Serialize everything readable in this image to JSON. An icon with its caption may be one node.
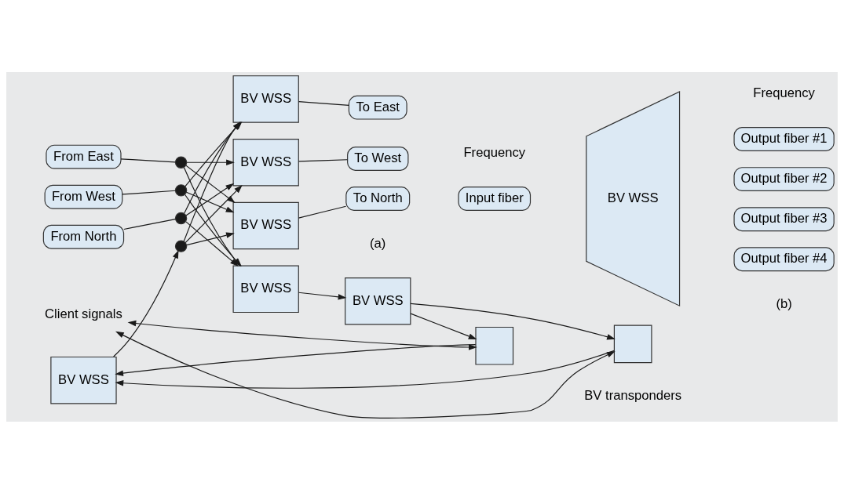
{
  "diagram": {
    "nodes": [
      {
        "text": [
          "From East"
        ]
      },
      {
        "text": [
          "From West"
        ]
      },
      {
        "text": [
          "From North"
        ]
      },
      {
        "text": [],
        "shape": "circle"
      },
      {
        "text": [],
        "shape": "circle"
      },
      {
        "text": [],
        "shape": "circle"
      },
      {
        "text": [],
        "shape": "circle"
      },
      {
        "text": [
          "BV WSS"
        ]
      },
      {
        "text": [
          "BV WSS"
        ]
      },
      {
        "text": [
          "BV WSS"
        ]
      },
      {
        "text": [
          "BV WSS"
        ]
      },
      {
        "text": [
          "To East"
        ]
      },
      {
        "text": [
          "To West"
        ]
      },
      {
        "text": [
          "To North"
        ]
      },
      {
        "text": [
          "BV WSS"
        ]
      },
      {
        "text": [
          "BV WSS"
        ]
      },
      {
        "text": [],
        "shape": "box"
      },
      {
        "text": [],
        "shape": "box",
        "beside": [
          "BV transponders"
        ]
      },
      {
        "text": [
          "Client signals"
        ]
      },
      {
        "text": [
          "Input fiber"
        ]
      },
      {
        "text": [
          "BV WSS"
        ]
      },
      {
        "text": [
          "Output fiber #1"
        ]
      },
      {
        "text": [
          "Output fiber #2"
        ]
      },
      {
        "text": [
          "Output fiber #3"
        ]
      },
      {
        "text": [
          "Output fiber #4"
        ]
      }
    ],
    "edges": [
      {
        "from": 0,
        "to": 3,
        "arrow": "none"
      },
      {
        "from": 1,
        "to": 4,
        "arrow": "none"
      },
      {
        "from": 2,
        "to": 5,
        "arrow": "none"
      },
      {
        "from": 14,
        "to": 6,
        "arrow": "to"
      },
      {
        "from": 3,
        "to": 8,
        "arrow": "to"
      },
      {
        "from": 3,
        "to": 9,
        "arrow": "to"
      },
      {
        "from": 3,
        "to": 10,
        "arrow": "to"
      },
      {
        "from": 4,
        "to": 7,
        "arrow": "to"
      },
      {
        "from": 4,
        "to": 9,
        "arrow": "to"
      },
      {
        "from": 4,
        "to": 10,
        "arrow": "to"
      },
      {
        "from": 5,
        "to": 7,
        "arrow": "to"
      },
      {
        "from": 5,
        "to": 8,
        "arrow": "to"
      },
      {
        "from": 5,
        "to": 10,
        "arrow": "to"
      },
      {
        "from": 6,
        "to": 7,
        "arrow": "to"
      },
      {
        "from": 6,
        "to": 8,
        "arrow": "to"
      },
      {
        "from": 6,
        "to": 9,
        "arrow": "to"
      },
      {
        "from": 7,
        "to": 11,
        "arrow": "none"
      },
      {
        "from": 8,
        "to": 12,
        "arrow": "none"
      },
      {
        "from": 9,
        "to": 13,
        "arrow": "none"
      },
      {
        "from": 10,
        "to": 15,
        "arrow": "to"
      },
      {
        "from": 15,
        "to": 16,
        "arrow": "to"
      },
      {
        "from": 15,
        "to": 17,
        "arrow": "to"
      },
      {
        "from": 16,
        "to": 14,
        "arrow": "to"
      },
      {
        "from": 17,
        "to": 14,
        "arrow": "to"
      },
      {
        "from": 18,
        "to": 16,
        "arrow": "both"
      },
      {
        "from": 18,
        "to": 17,
        "arrow": "both"
      }
    ],
    "labels": [
      "Frequency",
      "Frequency",
      "(a)",
      "(b)"
    ]
  }
}
